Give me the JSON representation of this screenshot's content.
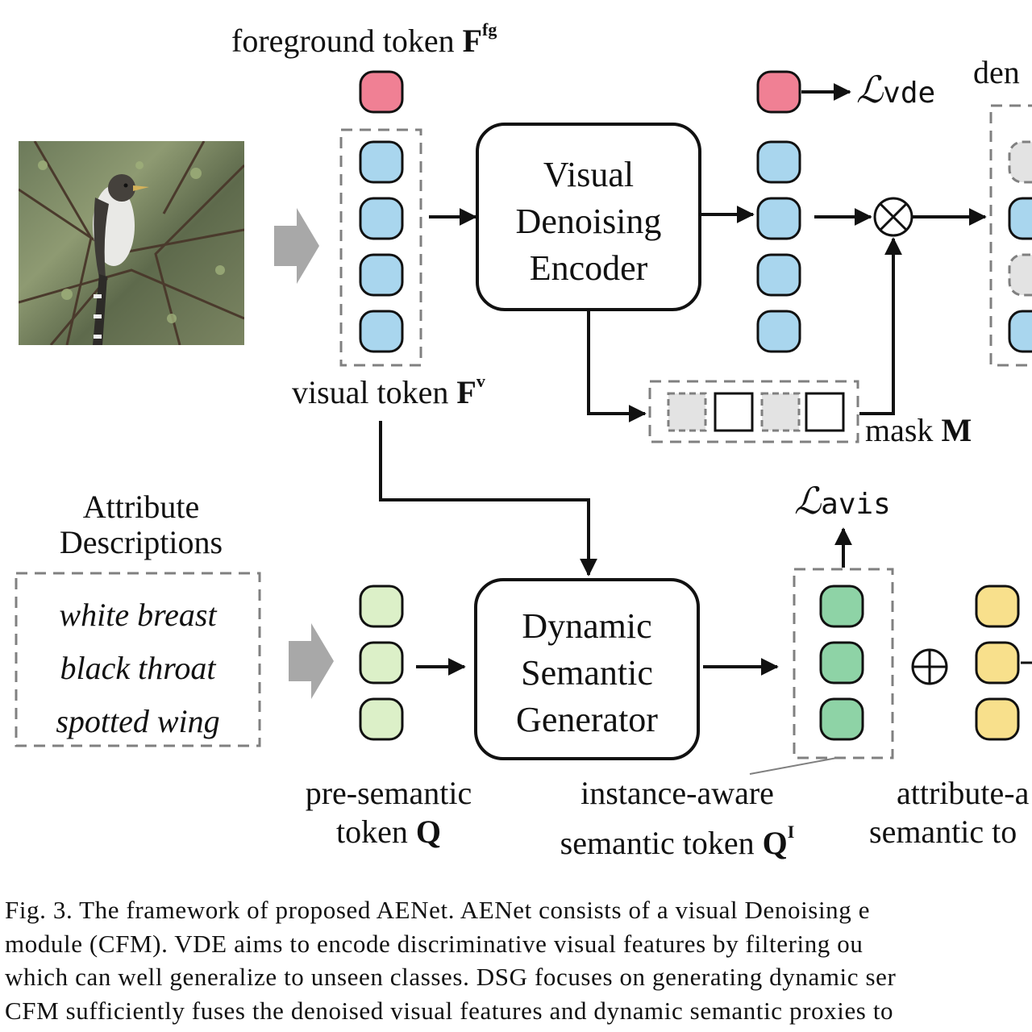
{
  "labels": {
    "foreground_token": "foreground token",
    "foreground_symbol": "F",
    "foreground_sup": "fg",
    "visual_token": "visual token",
    "visual_symbol": "F",
    "visual_sup": "v",
    "vde_line1": "Visual",
    "vde_line2": "Denoising",
    "vde_line3": "Encoder",
    "dsg_line1": "Dynamic",
    "dsg_line2": "Semantic",
    "dsg_line3": "Generator",
    "loss_symbol": "ℒ",
    "loss_vde_sub": "vde",
    "loss_avis_sub": "avis",
    "mask": "mask",
    "mask_symbol": "M",
    "denoised_clipped": "den",
    "attr_title_line1": "Attribute",
    "attr_title_line2": "Descriptions",
    "attributes": [
      "white breast",
      "black throat",
      "spotted wing"
    ],
    "pre_semantic_line1": "pre-semantic",
    "pre_semantic_line2": "token",
    "pre_semantic_symbol": "Q",
    "instance_line1": "instance-aware",
    "instance_line2": "semantic token",
    "instance_symbol": "Q",
    "instance_sup": "I",
    "attribute_aware_line1": "attribute-a",
    "attribute_aware_line2": "semantic to"
  },
  "caption": [
    "Fig. 3.  The framework of proposed AENet. AENet consists of a visual Denoising e",
    "module (CFM). VDE aims to encode discriminative visual features by filtering ou",
    "which can well generalize to unseen classes. DSG focuses on generating dynamic ser",
    "CFM sufficiently fuses the denoised visual features and dynamic semantic proxies to"
  ],
  "colors": {
    "foreground_token": "#f08094",
    "visual_token": "#a9d6ee",
    "masked_token": "#e3e3e3",
    "pre_semantic_token": "#dcf0c8",
    "instance_token": "#8ed3a6",
    "attribute_token": "#f8e08c",
    "big_arrow": "#a8a8a8",
    "dash": "#808080"
  },
  "icons": {
    "multiply": "circle-times-icon",
    "add": "circle-plus-icon",
    "input_arrow": "thick-right-arrow-icon"
  }
}
